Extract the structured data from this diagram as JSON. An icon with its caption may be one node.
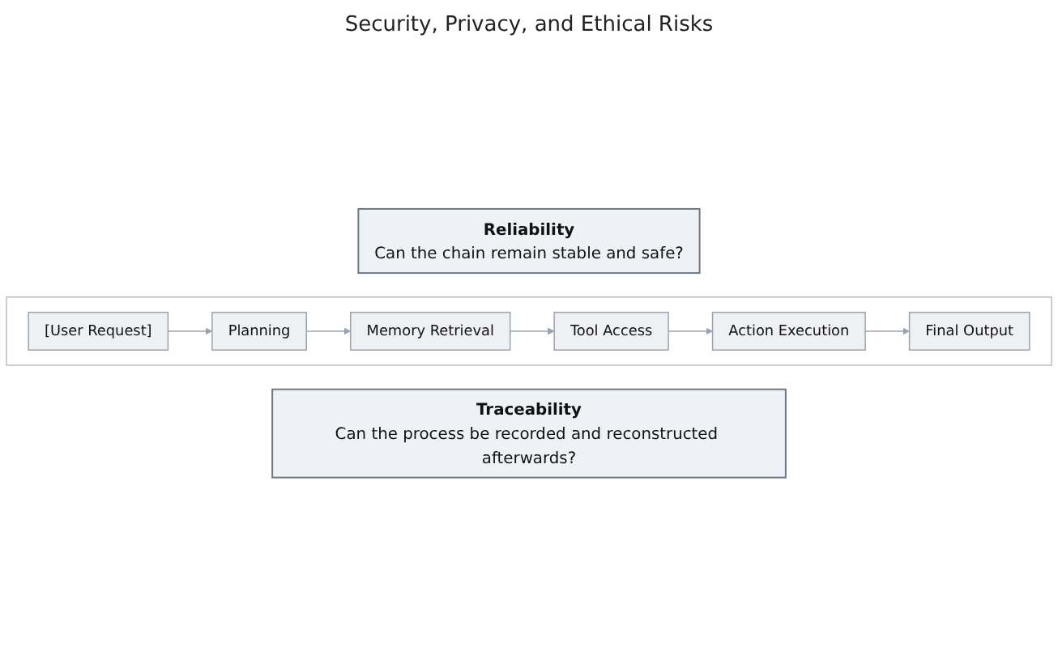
{
  "diagram": {
    "title": "Security, Privacy, and Ethical Risks",
    "nodes": [
      {
        "text": [
          "Reliability",
          "Can the chain remain stable and safe?"
        ]
      },
      {
        "text": [
          "[User Request]"
        ]
      },
      {
        "text": [
          "Planning"
        ]
      },
      {
        "text": [
          "Memory Retrieval"
        ]
      },
      {
        "text": [
          "Tool Access"
        ]
      },
      {
        "text": [
          "Action Execution"
        ]
      },
      {
        "text": [
          "Final Output"
        ]
      },
      {
        "text": [
          "Traceability",
          "Can the process be recorded and reconstructed afterwards?"
        ]
      }
    ],
    "edges": [
      {
        "from": 1,
        "to": 2,
        "arrow": "to"
      },
      {
        "from": 2,
        "to": 3,
        "arrow": "to"
      },
      {
        "from": 3,
        "to": 4,
        "arrow": "to"
      },
      {
        "from": 4,
        "to": 5,
        "arrow": "to"
      },
      {
        "from": 5,
        "to": 6,
        "arrow": "to"
      }
    ]
  }
}
